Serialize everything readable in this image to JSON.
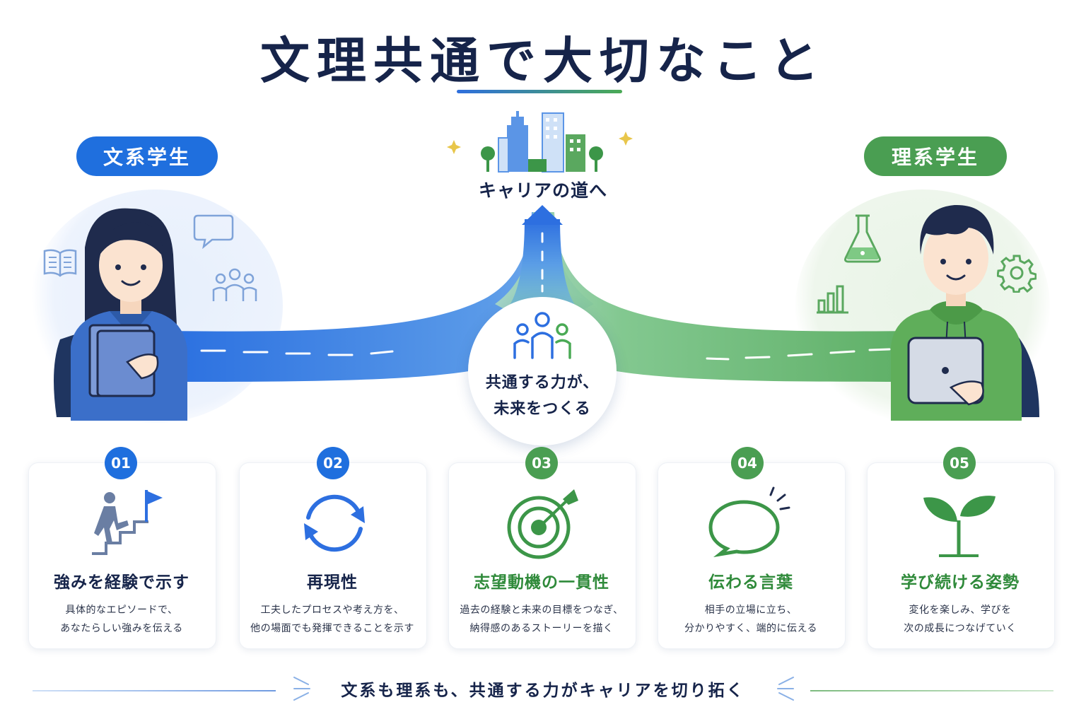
{
  "title": "文理共通で大切なこと",
  "left_label": "文系学生",
  "right_label": "理系学生",
  "career_label": "キャリアの道へ",
  "center": {
    "line1": "共通する力が、",
    "line2": "未来をつくる"
  },
  "cards": [
    {
      "num": "01",
      "title": "強みを経験で示す",
      "desc1": "具体的なエピソードで、",
      "desc2": "あなたらしい強みを伝える",
      "icon": "stairs-flag-icon"
    },
    {
      "num": "02",
      "title": "再現性",
      "desc1": "工夫したプロセスや考え方を、",
      "desc2": "他の場面でも発揮できることを示す",
      "icon": "cycle-arrows-icon"
    },
    {
      "num": "03",
      "title": "志望動機の一貫性",
      "desc1": "過去の経験と未来の目標をつなぎ、",
      "desc2": "納得感のあるストーリーを描く",
      "icon": "target-icon"
    },
    {
      "num": "04",
      "title": "伝わる言葉",
      "desc1": "相手の立場に立ち、",
      "desc2": "分かりやすく、端的に伝える",
      "icon": "speech-bubble-icon"
    },
    {
      "num": "05",
      "title": "学び続ける姿勢",
      "desc1": "変化を楽しみ、学びを",
      "desc2": "次の成長につなげていく",
      "icon": "sprout-icon"
    }
  ],
  "footer": "文系も理系も、共通する力がキャリアを切り拓く",
  "colors": {
    "blue": "#1f6fde",
    "green": "#4a9e52",
    "navy": "#16244a"
  }
}
